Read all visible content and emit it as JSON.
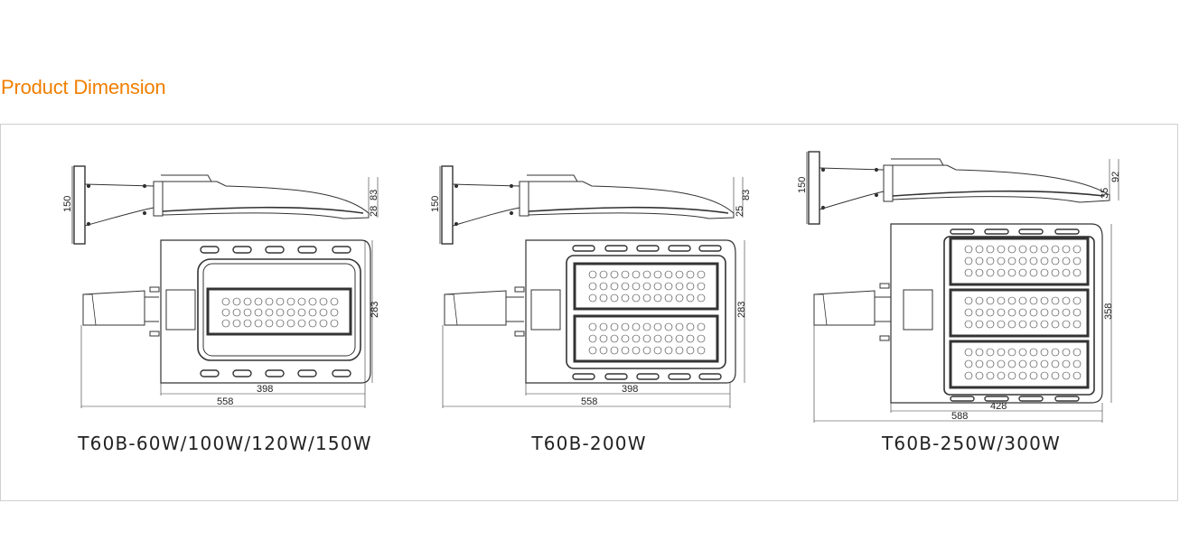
{
  "title": "Product Dimension",
  "colors": {
    "title": "#f07f00",
    "line": "#333333",
    "frame": "#cfcfcf"
  },
  "models": [
    {
      "caption": "T60B-60W/100W/120W/150W",
      "dims": {
        "side_height": "150",
        "side_a": "83",
        "side_b": "28",
        "top_height": "283",
        "body_width": "398",
        "total_length": "558"
      }
    },
    {
      "caption": "T60B-200W",
      "dims": {
        "side_height": "150",
        "side_a": "83",
        "side_b": "25",
        "top_height": "283",
        "body_width": "398",
        "total_length": "558"
      }
    },
    {
      "caption": "T60B-250W/300W",
      "dims": {
        "side_height": "150",
        "side_a": "92",
        "side_b": "35",
        "top_height": "358",
        "body_width": "428",
        "total_length": "588"
      }
    }
  ]
}
